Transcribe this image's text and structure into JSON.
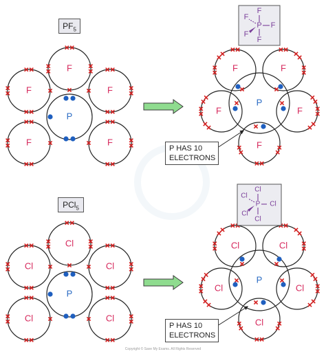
{
  "title_top": "PF5",
  "title_top_main": "PF",
  "title_top_sub": "5",
  "title_bottom": "PCl5",
  "title_bottom_main": "PCl",
  "title_bottom_sub": "5",
  "central_label": "P",
  "outer_label_top": "F",
  "outer_label_bottom": "Cl",
  "callout_line1": "P HAS 10",
  "callout_line2": "ELECTRONS",
  "copyright": "Copyright © Save My Exams. All Rights Reserved",
  "colors": {
    "atom_label": "#d6285c",
    "central_label": "#2b6cc4",
    "shape_label": "#7a3f9a",
    "cross": "#d42020",
    "dot": "#1f5fbf",
    "arrow": "#7cd67c"
  }
}
